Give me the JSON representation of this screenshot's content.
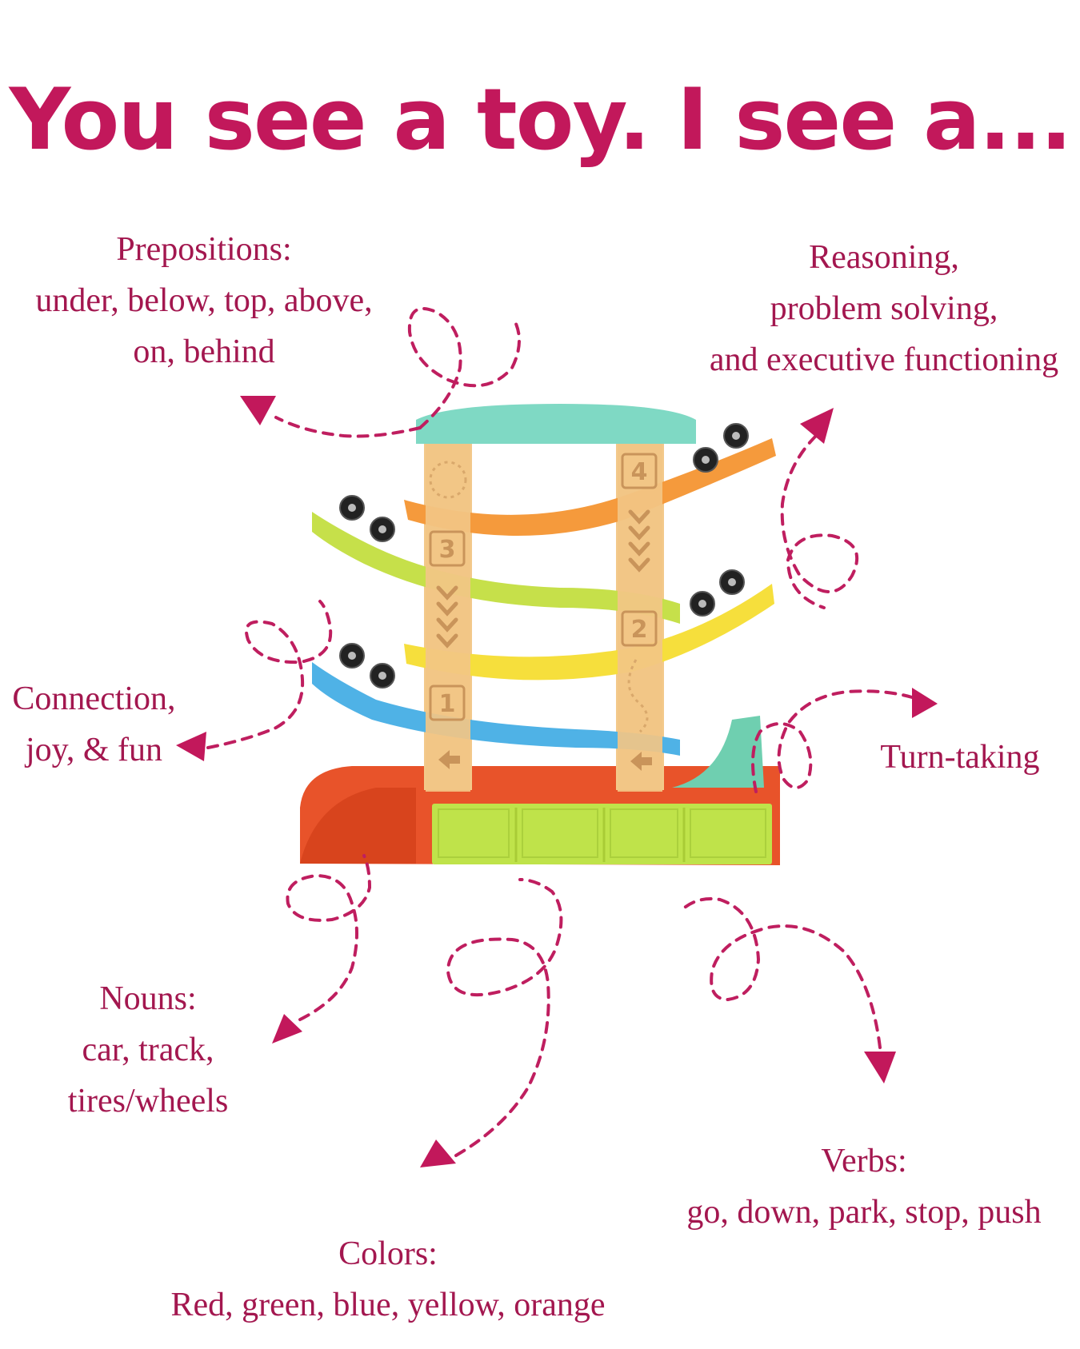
{
  "title": "You see a toy. I see a...",
  "labels": {
    "prepositions": {
      "heading": "Prepositions:",
      "lines": [
        "under, below, top, above,",
        "on, behind"
      ]
    },
    "reasoning": {
      "lines": [
        "Reasoning,",
        "problem solving,",
        "and executive functioning"
      ]
    },
    "connection": {
      "lines": [
        "Connection,",
        "joy, & fun"
      ]
    },
    "turn_taking": {
      "lines": [
        "Turn-taking"
      ]
    },
    "nouns": {
      "heading": "Nouns:",
      "lines": [
        "car, track,",
        "tires/wheels"
      ]
    },
    "verbs": {
      "heading": "Verbs:",
      "lines": [
        "go, down, park, stop, push"
      ]
    },
    "colors": {
      "heading": "Colors:",
      "lines": [
        "Red, green, blue, yellow, orange"
      ]
    }
  },
  "toy": {
    "numbers": [
      "1",
      "2",
      "3",
      "4"
    ],
    "colors": {
      "roof": "#7fd9c4",
      "orange": "#f59a3c",
      "green": "#c6e04a",
      "yellow": "#f6df3c",
      "blue": "#4fb2e6",
      "base": "#e8532a",
      "drawer": "#bfe34a",
      "pillar": "#f3c98b",
      "ramp": "#6fcfb0"
    }
  },
  "accent_color": "#c2185b"
}
